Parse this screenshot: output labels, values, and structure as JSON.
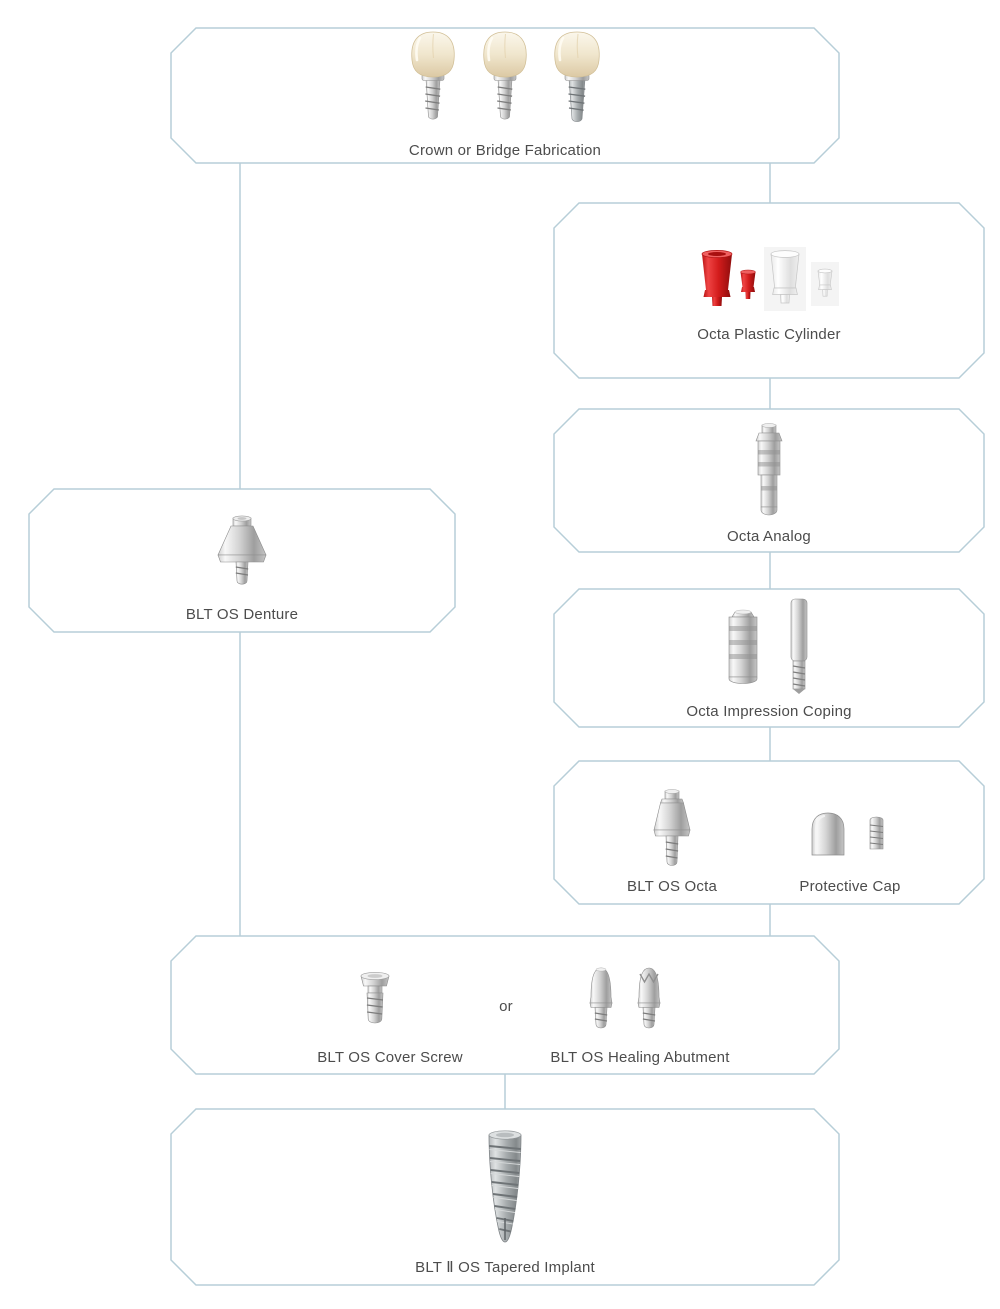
{
  "diagram": {
    "border_color": "#b7ced8",
    "line_color": "#b7ced8",
    "text_color": "#4c4c4c",
    "accent_red": "#d31c1c",
    "nodes": {
      "crown_or_bridge": {
        "label": "Crown or Bridge Fabrication",
        "icon": "crown-bridge-icon"
      },
      "octa_plastic_cylinder": {
        "label": "Octa Plastic Cylinder",
        "icon": "octa-plastic-cylinder-icon"
      },
      "octa_analog": {
        "label": "Octa Analog",
        "icon": "octa-analog-icon"
      },
      "octa_impression_coping": {
        "label": "Octa Impression Coping",
        "icon": "octa-impression-coping-icon"
      },
      "blt_os_octa": {
        "label": "BLT OS Octa",
        "icon": "blt-os-octa-icon"
      },
      "protective_cap": {
        "label": "Protective Cap",
        "icon": "protective-cap-icon"
      },
      "blt_os_denture": {
        "label": "BLT OS Denture",
        "icon": "blt-os-denture-icon"
      },
      "blt_os_cover_screw": {
        "label": "BLT OS Cover Screw",
        "icon": "cover-screw-icon"
      },
      "or_connector": {
        "label": "or"
      },
      "blt_os_healing_abutment": {
        "label": "BLT OS Healing Abutment",
        "icon": "healing-abutment-icon"
      },
      "blt2_os_tapered_implant": {
        "label": "BLT Ⅱ OS Tapered Implant",
        "icon": "tapered-implant-icon"
      }
    },
    "edges": [
      {
        "from": "crown_or_bridge",
        "to": "octa_plastic_cylinder"
      },
      {
        "from": "octa_plastic_cylinder",
        "to": "octa_analog"
      },
      {
        "from": "octa_analog",
        "to": "octa_impression_coping"
      },
      {
        "from": "octa_impression_coping",
        "to": "blt_os_octa_protective_cap"
      },
      {
        "from": "blt_os_octa_protective_cap",
        "to": "cover_screw_or_healing_abutment"
      },
      {
        "from": "crown_or_bridge",
        "to": "blt_os_denture"
      },
      {
        "from": "blt_os_denture",
        "to": "cover_screw_or_healing_abutment"
      },
      {
        "from": "cover_screw_or_healing_abutment",
        "to": "blt2_os_tapered_implant"
      }
    ]
  }
}
